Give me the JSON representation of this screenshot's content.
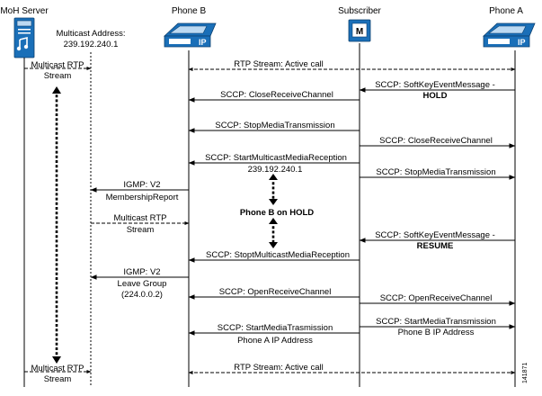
{
  "participants": {
    "moh_server": "MoH Server",
    "phone_b": "Phone B",
    "subscriber": "Subscriber",
    "phone_a": "Phone A"
  },
  "multicast_address": {
    "label": "Multicast Address:",
    "value": "239.192.240.1"
  },
  "phone_icon_text": "IP",
  "subscriber_icon_text": "M",
  "messages": {
    "m1_line1": "Multicast RTP",
    "m1_line2": "Stream",
    "m2": "RTP Stream: Active call",
    "m3_line1": "SCCP: SoftKeyEventMessage -",
    "m3_line2": "HOLD",
    "m4": "SCCP: CloseReceiveChannel",
    "m5": "SCCP: StopMediaTransmission",
    "m6": "SCCP: CloseReceiveChannel",
    "m7_line1": "SCCP: StartMulticastMediaReception",
    "m7_line2": "239.192.240.1",
    "m8": "SCCP: StopMediaTransmission",
    "m9_line1": "IGMP: V2",
    "m9_line2": "MembershipReport",
    "hold_label": "Phone B on HOLD",
    "m10_line1": "Multicast RTP",
    "m10_line2": "Stream",
    "m11_line1": "SCCP: SoftKeyEventMessage -",
    "m11_line2": "RESUME",
    "m12": "SCCP: StoptMulticastMediaReception",
    "m13_line1": "IGMP: V2",
    "m13_line2": "Leave Group",
    "m13_line3": "(224.0.0.2)",
    "m14": "SCCP: OpenReceiveChannel",
    "m15": "SCCP: OpenReceiveChannel",
    "m16_line1": "SCCP: StartMediaTrasmission",
    "m16_line2": "Phone A IP Address",
    "m17_line1": "SCCP: StartMediaTransmission",
    "m17_line2": "Phone B IP Address",
    "m18_line1": "Multicast RTP",
    "m18_line2": "Stream",
    "m19": "RTP Stream: Active call"
  },
  "figure_id": "141871",
  "colors": {
    "icon_blue": "#1a6fb8",
    "icon_light": "#bcd9f2",
    "line": "#000000"
  }
}
